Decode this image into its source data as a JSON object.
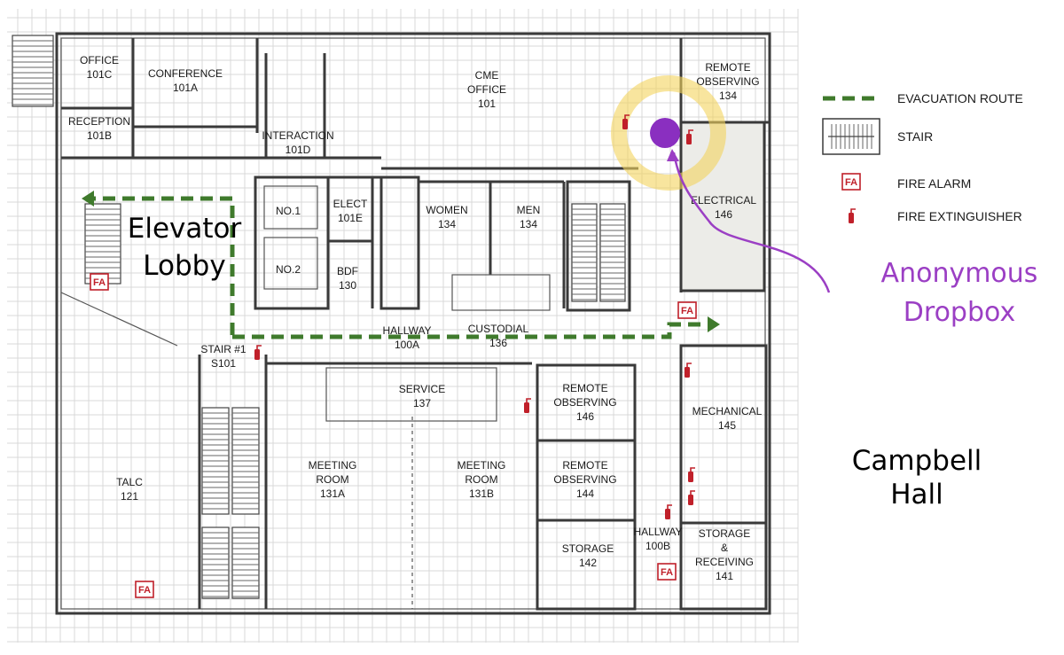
{
  "rooms": [
    {
      "id": "office101c",
      "lines": [
        "OFFICE",
        "101C"
      ]
    },
    {
      "id": "conference",
      "lines": [
        "CONFERENCE",
        "101A"
      ]
    },
    {
      "id": "reception",
      "lines": [
        "RECEPTION",
        "101B"
      ]
    },
    {
      "id": "interaction",
      "lines": [
        "INTERACTION",
        "101D"
      ]
    },
    {
      "id": "cme",
      "lines": [
        "CME",
        "OFFICE",
        "101"
      ]
    },
    {
      "id": "remote134",
      "lines": [
        "REMOTE",
        "OBSERVING",
        "134"
      ]
    },
    {
      "id": "no1",
      "lines": [
        "NO.1"
      ]
    },
    {
      "id": "no2",
      "lines": [
        "NO.2"
      ]
    },
    {
      "id": "elect",
      "lines": [
        "ELECT",
        "101E"
      ]
    },
    {
      "id": "bdf",
      "lines": [
        "BDF",
        "130"
      ]
    },
    {
      "id": "women",
      "lines": [
        "WOMEN",
        "134"
      ]
    },
    {
      "id": "men",
      "lines": [
        "MEN",
        "134"
      ]
    },
    {
      "id": "electrical",
      "lines": [
        "ELECTRICAL",
        "146"
      ]
    },
    {
      "id": "hallway100a",
      "lines": [
        "HALLWAY",
        "100A"
      ]
    },
    {
      "id": "custodial",
      "lines": [
        "CUSTODIAL",
        "136"
      ]
    },
    {
      "id": "stair1",
      "lines": [
        "STAIR #1",
        "S101"
      ]
    },
    {
      "id": "service",
      "lines": [
        "SERVICE",
        "137"
      ]
    },
    {
      "id": "remote146",
      "lines": [
        "REMOTE",
        "OBSERVING",
        "146"
      ]
    },
    {
      "id": "mechanical",
      "lines": [
        "MECHANICAL",
        "145"
      ]
    },
    {
      "id": "talc",
      "lines": [
        "TALC",
        "121"
      ]
    },
    {
      "id": "meeting131a",
      "lines": [
        "MEETING",
        "ROOM",
        "131A"
      ]
    },
    {
      "id": "meeting131b",
      "lines": [
        "MEETING",
        "ROOM",
        "131B"
      ]
    },
    {
      "id": "remote144",
      "lines": [
        "REMOTE",
        "OBSERVING",
        "144"
      ]
    },
    {
      "id": "storage142",
      "lines": [
        "STORAGE",
        "142"
      ]
    },
    {
      "id": "hallway100b",
      "lines": [
        "HALLWAY",
        "100B"
      ]
    },
    {
      "id": "storage141",
      "lines": [
        "STORAGE",
        "&",
        "RECEIVING",
        "141"
      ]
    }
  ],
  "annotations": {
    "elevator_lobby": [
      "Elevator",
      "Lobby"
    ],
    "campbell_hall": [
      "Campbell",
      "Hall"
    ],
    "anonymous_dropbox": [
      "Anonymous",
      "Dropbox"
    ]
  },
  "legend": {
    "evacuation_route": "EVACUATION ROUTE",
    "stair": "STAIR",
    "fire_alarm": "FIRE ALARM",
    "fire_extinguisher": "FIRE EXTINGUISHER"
  },
  "fire_alarm_text": "FA",
  "colors": {
    "evacuation": "#3f7a2c",
    "fire": "#c0202a",
    "dropbox": "#8a2fc0",
    "dropbox_label": "#9b3fc4",
    "highlight": "#f4d35e",
    "wall": "#3a3a3a"
  }
}
